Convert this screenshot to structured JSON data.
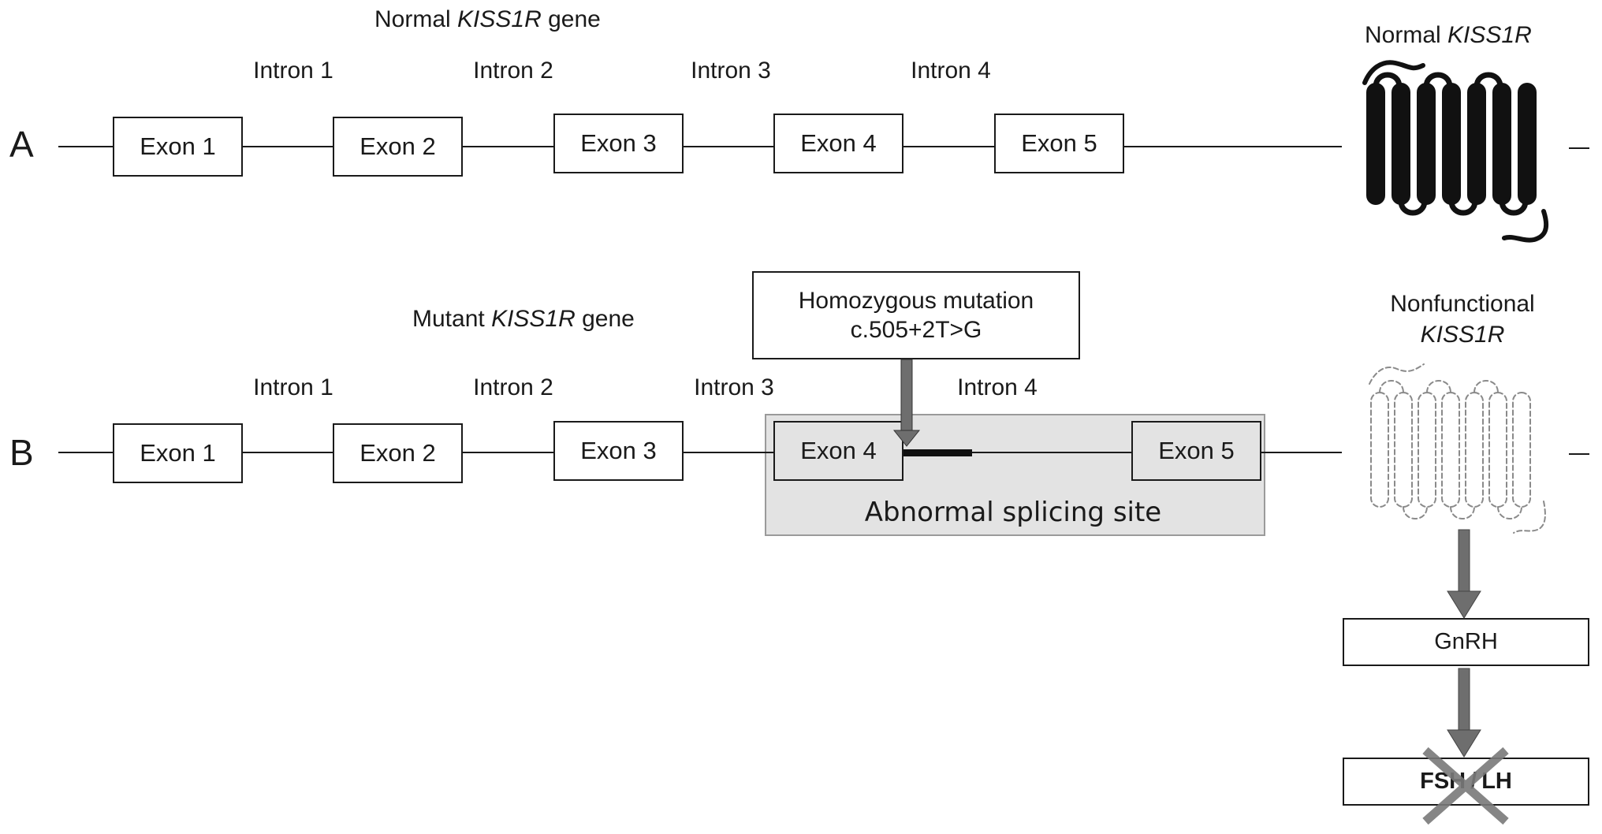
{
  "panel_a": {
    "label": "A",
    "title_pre": "Normal ",
    "title_gene": "KISS1R",
    "title_post": " gene",
    "exons": [
      "Exon 1",
      "Exon 2",
      "Exon 3",
      "Exon 4",
      "Exon 5"
    ],
    "introns": [
      "Intron 1",
      "Intron 2",
      "Intron 3",
      "Intron 4"
    ],
    "protein_pre": "Normal ",
    "protein_gene": "KISS1R"
  },
  "panel_b": {
    "label": "B",
    "title_pre": "Mutant ",
    "title_gene": "KISS1R",
    "title_post": " gene",
    "exons": [
      "Exon 1",
      "Exon 2",
      "Exon 3",
      "Exon 4",
      "Exon 5"
    ],
    "introns": [
      "Intron 1",
      "Intron 2",
      "Intron 3",
      "Intron 4"
    ],
    "mutation_line1": "Homozygous mutation",
    "mutation_line2": "c.505+2T>G",
    "splicing_label": "Abnormal splicing site",
    "protein_line1": "Nonfunctional",
    "protein_gene": "KISS1R",
    "gnrh_label": "GnRH",
    "fsh_label": "FSH",
    "slash_label": "/",
    "lh_label": "LH"
  },
  "colors": {
    "line": "#1a1a1a",
    "arrow": "#6e6e6e",
    "shade": "#e3e3e3",
    "protein_normal": "#111111",
    "protein_nonfunctional": "#8a8a8a",
    "cross": "#7a7a7a"
  }
}
